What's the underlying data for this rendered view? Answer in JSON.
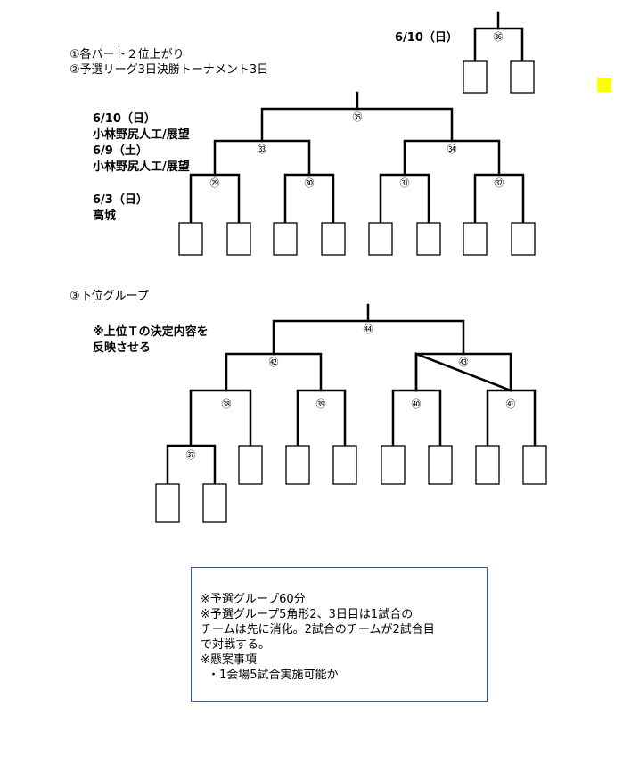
{
  "header": {
    "rule_1": "①各パート２位上がり",
    "rule_2": "②予選リーグ3日決勝トーナメント3日",
    "final_date": "6/10（日）"
  },
  "upper_bracket": {
    "schedule": [
      "6/10（日）",
      "小林野尻人工/展望",
      "6/9（土）",
      "小林野尻人工/展望",
      "6/3（日）",
      "高城"
    ],
    "matches": {
      "m29": "㉙",
      "m30": "㉚",
      "m31": "㉛",
      "m32": "㉜",
      "m33": "㉝",
      "m34": "㉞",
      "m35": "㉟",
      "m36": "㊱"
    }
  },
  "lower_group": {
    "heading": "③下位グループ",
    "note_1": "※上位Ｔの決定内容を",
    "note_2": "反映させる",
    "matches": {
      "m37": "㊲",
      "m38": "㊳",
      "m39": "㊴",
      "m40": "㊵",
      "m41": "㊶",
      "m42": "㊷",
      "m43": "㊸",
      "m44": "㊹"
    }
  },
  "notes_box": {
    "lines": [
      "※予選グループ60分",
      "※予選グループ5角形2、3日目は1試合の",
      "チームは先に消化。2試合のチームが2試合目",
      "で対戦する。",
      "※懸案事項",
      "・1会場5試合実施可能か"
    ]
  },
  "colors": {
    "line": "#000000",
    "box_border": "#3b5a86",
    "highlight": "#ffff00"
  }
}
